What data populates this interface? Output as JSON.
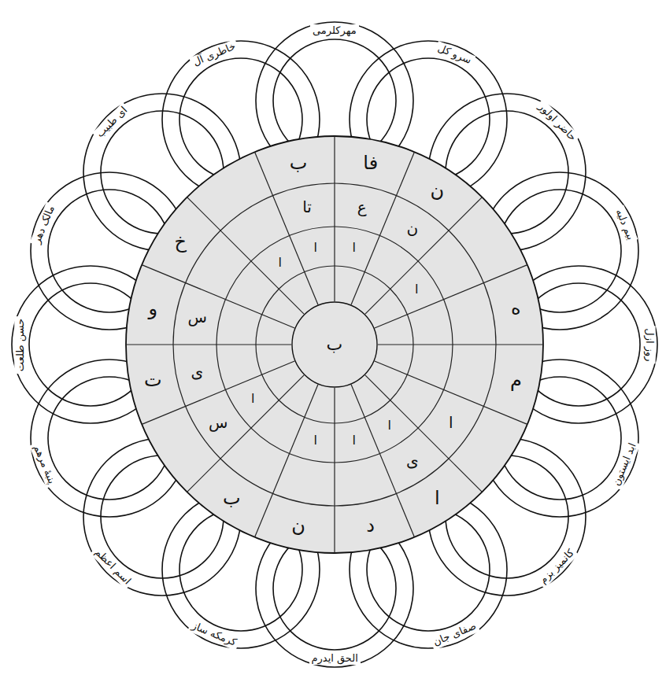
{
  "diagram": {
    "nodes": [
      {
        "text": [
          "ب",
          "فا",
          "ن",
          "ه",
          "م",
          "ا",
          "د",
          "ن",
          "ب",
          "ت",
          "و",
          "خ",
          "تا",
          "ع",
          "ن",
          "ا",
          "ی",
          "س",
          "ی",
          "س",
          "ا",
          "ا",
          "ا",
          "ا",
          "ا",
          "ا",
          "ا",
          "ا"
        ]
      },
      {
        "text": [
          "ب"
        ],
        "in": 0
      },
      {
        "text": [
          "مهرکلرمی"
        ]
      },
      {
        "text": [
          "سرو کل"
        ]
      },
      {
        "text": [
          "حاضر اولور"
        ]
      },
      {
        "text": [
          "بیم دلیه"
        ]
      },
      {
        "text": [
          "روز ازل"
        ]
      },
      {
        "text": [
          "ابد ایستون"
        ]
      },
      {
        "text": [
          "کانمیز بزم"
        ]
      },
      {
        "text": [
          "صفای جان"
        ]
      },
      {
        "text": [
          "الحق ایدرم"
        ]
      },
      {
        "text": [
          "کرمکه ساز"
        ]
      },
      {
        "text": [
          "اسم اعظم"
        ]
      },
      {
        "text": [
          "پنبهٔ مرهم"
        ]
      },
      {
        "text": [
          "حسن طلعت"
        ]
      },
      {
        "text": [
          "مالک دهر"
        ]
      },
      {
        "text": [
          "ای طبیب"
        ]
      },
      {
        "text": [
          "خاطری آل"
        ]
      }
    ]
  }
}
